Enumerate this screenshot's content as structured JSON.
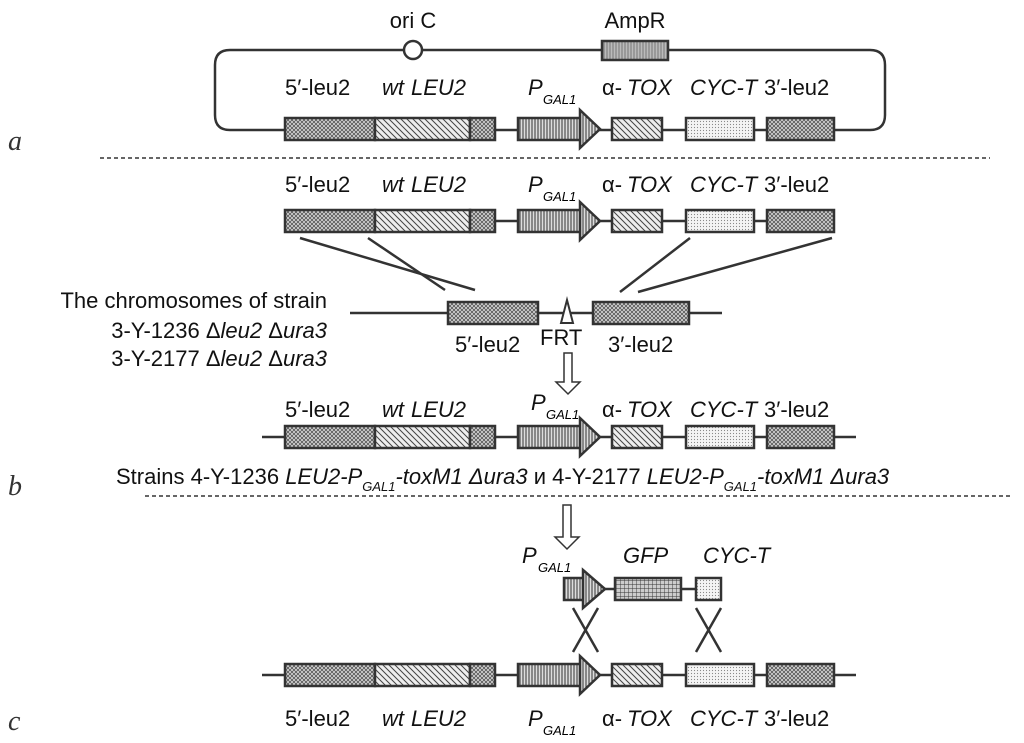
{
  "plasmid": {
    "ori_label": "ori C",
    "amp_label": "AmpR"
  },
  "cassette_labels": {
    "leu5": "5′-leu2",
    "wt": "wt",
    "leu2": "LEU2",
    "p": "P",
    "gal1": "GAL1",
    "alpha": "α-",
    "tox": "TOX",
    "cyct": "CYC-T",
    "leu3": "3′-leu2"
  },
  "chromosome": {
    "title": "The chromosomes of strain",
    "strain1_prefix": "3-Y-1236 Δ",
    "strain1_leu": "leu2",
    "strain1_mid": " Δ",
    "strain1_ura": "ura3",
    "strain2_prefix": "3-Y-2177 Δ",
    "strain2_leu": "leu2",
    "strain2_mid": " Δ",
    "strain2_ura": "ura3",
    "frt": "FRT",
    "leu5": "5′-leu2",
    "leu3": "3′-leu2"
  },
  "strains_caption": {
    "prefix": "Strains 4-Y-1236 ",
    "g1a": "LEU2-P",
    "g1sub": "GAL1",
    "g1b": "-toxM1 Δura3",
    "mid": " и 4-Y-2177 ",
    "g2a": "LEU2-P",
    "g2sub": "GAL1",
    "g2b": "-toxM1 Δura3"
  },
  "gfp_construct": {
    "p": "P",
    "gal1": "GAL1",
    "gfp": "GFP",
    "cyct": "CYC-T"
  },
  "panels": {
    "a": "a",
    "b": "b",
    "c": "c"
  }
}
